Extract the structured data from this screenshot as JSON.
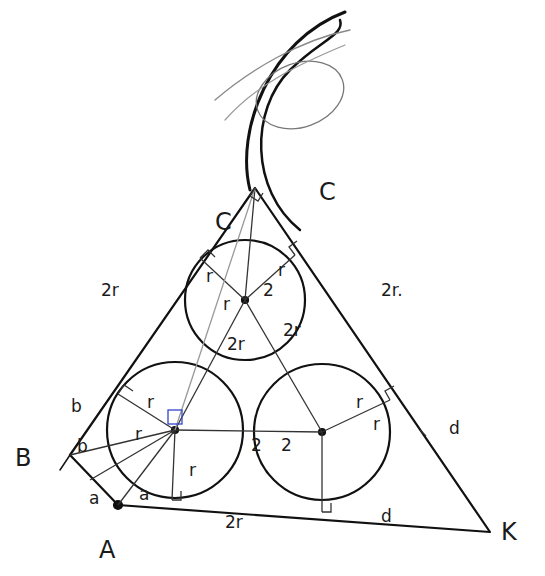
{
  "diagram": {
    "labels": [
      "C",
      "C",
      "2r",
      "2r.",
      "r",
      "r",
      "r",
      "2",
      "2r",
      "2r",
      "r",
      "r",
      "r",
      "2",
      "2",
      "r",
      "r",
      "b",
      "b",
      "a",
      "a",
      "d",
      "d",
      "B",
      "A",
      "K",
      "2r"
    ]
  }
}
